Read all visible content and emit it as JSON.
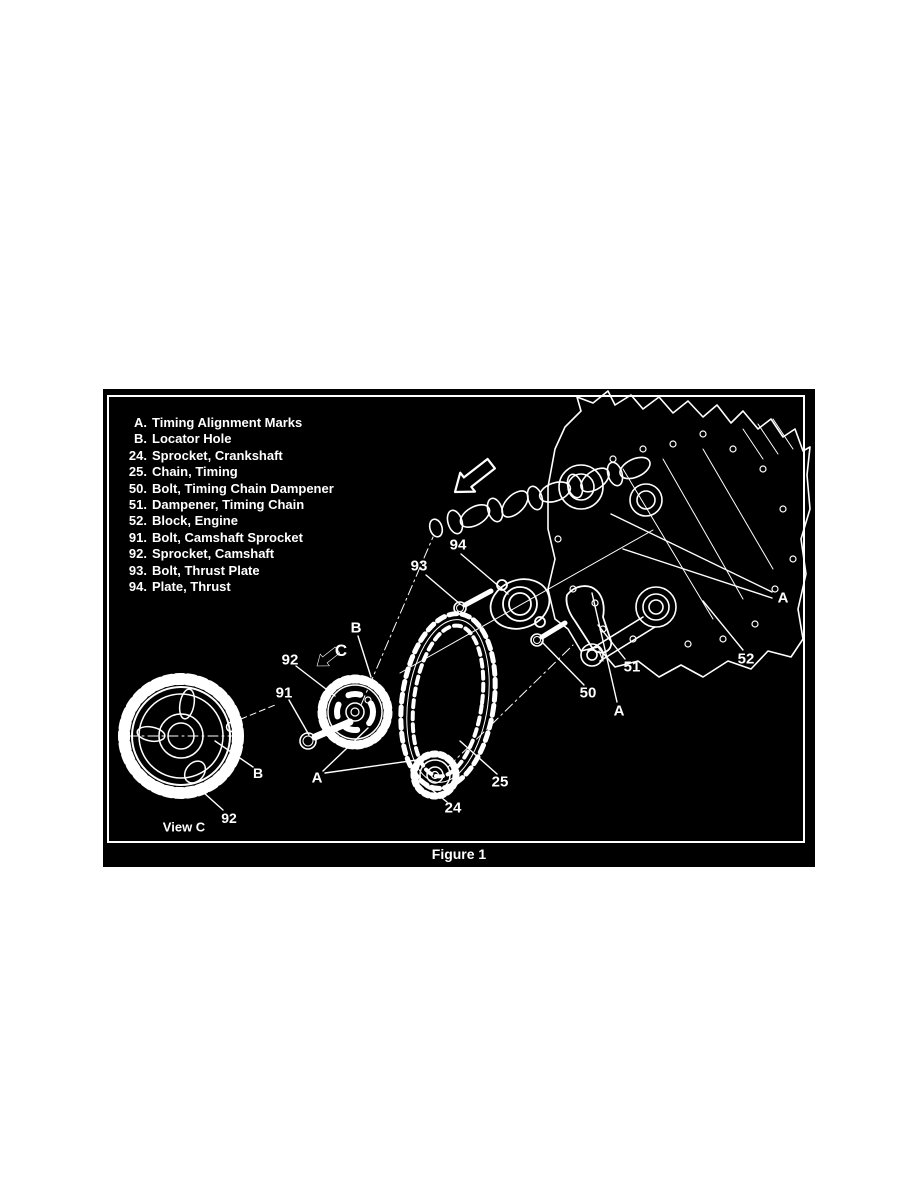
{
  "panel": {
    "background_color": "#000000",
    "line_color": "#ffffff"
  },
  "figure": {
    "caption": "Figure 1",
    "view_label": "View C"
  },
  "legend": {
    "items": [
      {
        "key": "A.",
        "name": "Timing Alignment Marks"
      },
      {
        "key": "B.",
        "name": "Locator Hole"
      },
      {
        "key": "24.",
        "name": "Sprocket, Crankshaft"
      },
      {
        "key": "25.",
        "name": "Chain, Timing"
      },
      {
        "key": "50.",
        "name": "Bolt, Timing Chain Dampener"
      },
      {
        "key": "51.",
        "name": "Dampener, Timing Chain"
      },
      {
        "key": "52.",
        "name": "Block, Engine"
      },
      {
        "key": "91.",
        "name": "Bolt, Camshaft Sprocket"
      },
      {
        "key": "92.",
        "name": "Sprocket, Camshaft"
      },
      {
        "key": "93.",
        "name": "Bolt, Thrust Plate"
      },
      {
        "key": "94.",
        "name": "Plate, Thrust"
      }
    ]
  },
  "callouts": {
    "n94": "94",
    "n93": "93",
    "a_right": "A",
    "n52": "52",
    "n51": "51",
    "n50": "50",
    "a_mid": "A",
    "n92_top": "92",
    "b_top": "B",
    "c_view": "C",
    "n91": "91",
    "a_left": "A",
    "n25": "25",
    "n24": "24",
    "b_viewc": "B",
    "n92_viewc": "92"
  }
}
